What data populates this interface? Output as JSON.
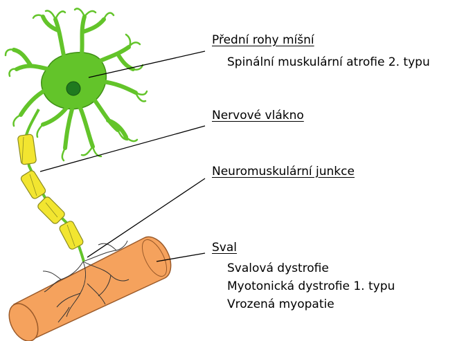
{
  "labels": {
    "anterior_horn": {
      "title": "Přední rohy míšní",
      "items": [
        "Spinální muskulární atrofie 2. typu"
      ]
    },
    "nerve_fiber": {
      "title": "Nervové vlákno"
    },
    "junction": {
      "title": "Neuromuskulární junkce"
    },
    "muscle": {
      "title": "Sval",
      "items": [
        "Svalová dystrofie",
        "Myotonická dystrofie 1. typu",
        "Vrozená myopatie"
      ]
    }
  },
  "colors": {
    "neuron_fill": "#63c42a",
    "neuron_stroke": "#3f8f16",
    "nucleus": "#1f7a1f",
    "myelin_fill": "#f2e530",
    "myelin_stroke": "#8a8a20",
    "muscle_fill": "#f5a25d",
    "muscle_stroke": "#9a5a2a",
    "leader_line": "#000000"
  }
}
